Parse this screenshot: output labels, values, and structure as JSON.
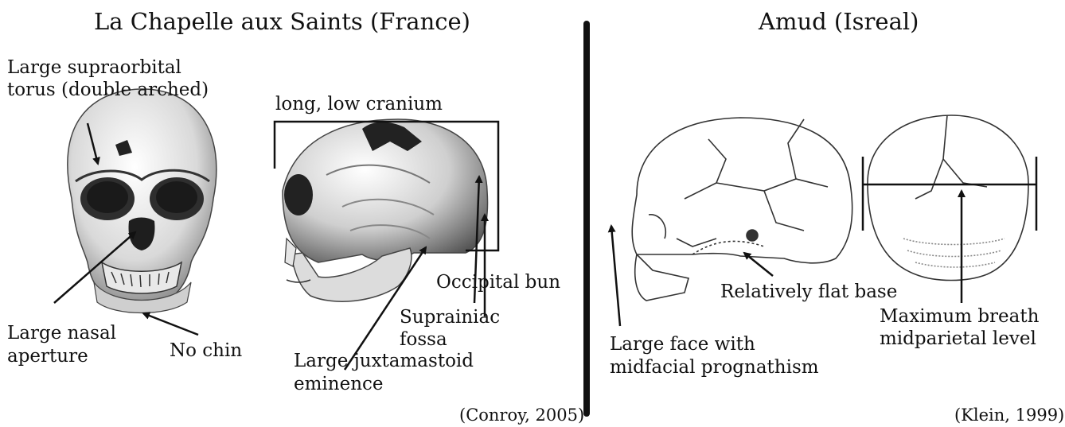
{
  "left_panel": {
    "title": "La Chapelle aux Saints (France)",
    "citation": "(Conroy, 2005)",
    "labels": {
      "supraorbital_1": "Large supraorbital",
      "supraorbital_2": "torus (double arched)",
      "cranium": "long, low cranium",
      "occipital_bun": "Occipital bun",
      "nasal_1": "Large nasal",
      "nasal_2": "aperture",
      "no_chin": "No chin",
      "suprainiac_1": "Suprainiac",
      "suprainiac_2": "fossa",
      "juxtamastoid_1": "Large juxtamastoid",
      "juxtamastoid_2": "eminence"
    }
  },
  "right_panel": {
    "title": "Amud (Isreal)",
    "citation": "(Klein, 1999)",
    "labels": {
      "flat_base": "Relatively flat base",
      "breadth_1": "Maximum breath",
      "breadth_2": "midparietal level",
      "face_1": "Large face with",
      "face_2": "midfacial prognathism"
    }
  }
}
